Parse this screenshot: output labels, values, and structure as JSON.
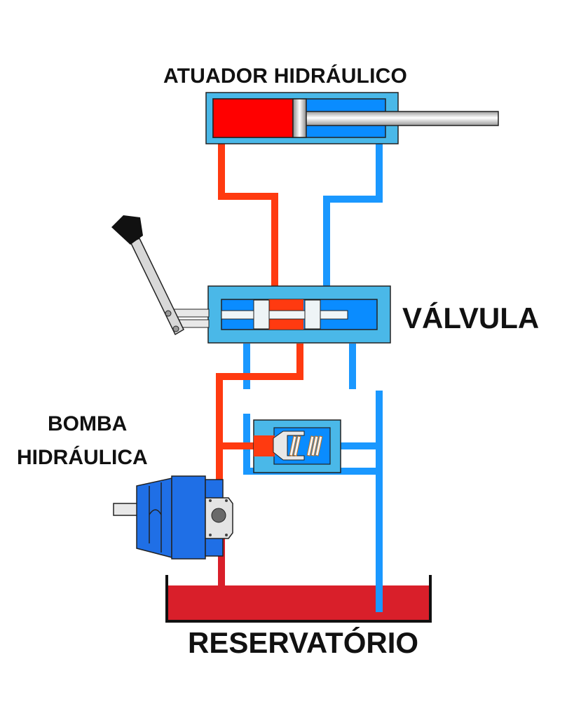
{
  "diagram": {
    "title": "Hydraulic circuit",
    "labels": {
      "actuator": "ATUADOR HIDRÁULICO",
      "valve": "VÁLVULA",
      "pump_line1": "BOMBA",
      "pump_line2": "HIDRÁULICA",
      "reservoir": "RESERVATÓRIO"
    },
    "components": [
      {
        "id": "actuator",
        "name": "Hydraulic cylinder (actuator)"
      },
      {
        "id": "valve",
        "name": "Directional control valve with hand lever"
      },
      {
        "id": "relief-valve",
        "name": "Pressure relief valve with spring"
      },
      {
        "id": "pump",
        "name": "Hydraulic pump"
      },
      {
        "id": "reservoir",
        "name": "Reservoir / tank"
      }
    ],
    "flows": [
      {
        "from": "reservoir",
        "to": "pump",
        "type": "suction"
      },
      {
        "from": "pump",
        "to": "valve",
        "type": "pressure"
      },
      {
        "from": "pump",
        "to": "relief-valve",
        "type": "pressure"
      },
      {
        "from": "valve",
        "to": "actuator",
        "type": "pressure"
      },
      {
        "from": "actuator",
        "to": "valve",
        "type": "return"
      },
      {
        "from": "valve",
        "to": "reservoir",
        "type": "return"
      },
      {
        "from": "relief-valve",
        "to": "reservoir",
        "type": "return"
      }
    ],
    "colors": {
      "pressure_line": "#ff3a10",
      "return_line": "#1a98ff",
      "body_light_blue": "#4ab8e8",
      "chamber_blue": "#0a8cff",
      "cylinder_red": "#ff0000",
      "fluid_red": "#d91f2a",
      "pump_blue": "#1f6fe6",
      "rod_gray": "#e0e0e0"
    }
  }
}
